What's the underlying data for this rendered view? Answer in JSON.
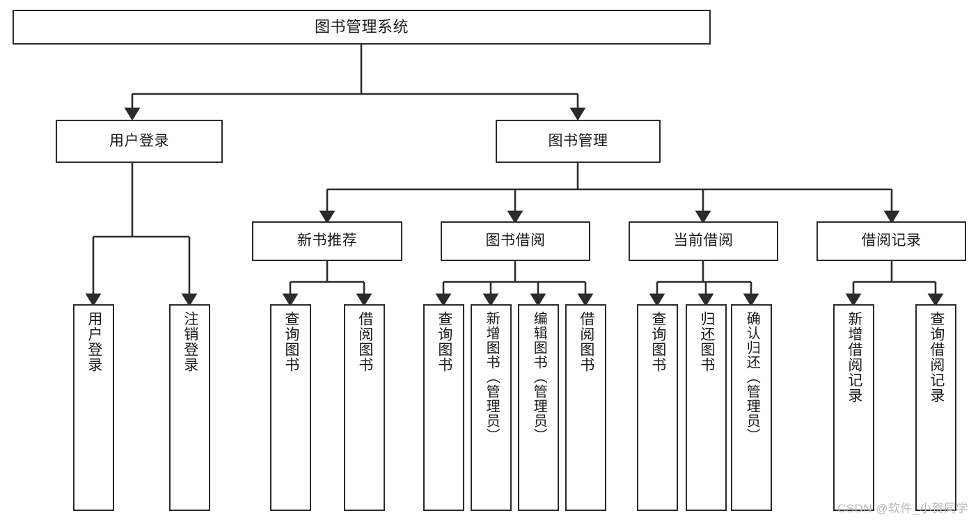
{
  "diagram": {
    "title": "图书管理系统",
    "type": "hierarchy-tree",
    "background_color": "#ffffff",
    "line_color": "#2b2b2b",
    "text_color": "#1a1a1a"
  },
  "nodes": {
    "root": {
      "label": "图书管理系统"
    },
    "level2": [
      {
        "id": "user-login",
        "label": "用户登录"
      },
      {
        "id": "book-manage",
        "label": "图书管理"
      }
    ],
    "level3": [
      {
        "id": "new-book-recommend",
        "label": "新书推荐"
      },
      {
        "id": "book-borrow",
        "label": "图书借阅"
      },
      {
        "id": "current-borrow",
        "label": "当前借阅"
      },
      {
        "id": "borrow-record",
        "label": "借阅记录"
      }
    ],
    "leaves": {
      "user_login": [
        {
          "id": "leaf-user-login",
          "label": "用户登录"
        },
        {
          "id": "leaf-logout-login",
          "label": "注销登录"
        }
      ],
      "new_book_recommend": [
        {
          "id": "leaf-query-book-1",
          "label": "查询图书"
        },
        {
          "id": "leaf-borrow-book-1",
          "label": "借阅图书"
        }
      ],
      "book_borrow": [
        {
          "id": "leaf-query-book-2",
          "label": "查询图书"
        },
        {
          "id": "leaf-add-book",
          "label": "新增图书（管理员）"
        },
        {
          "id": "leaf-edit-book",
          "label": "编辑图书（管理员）"
        },
        {
          "id": "leaf-borrow-book-2",
          "label": "借阅图书"
        }
      ],
      "current_borrow": [
        {
          "id": "leaf-query-book-3",
          "label": "查询图书"
        },
        {
          "id": "leaf-return-book",
          "label": "归还图书"
        },
        {
          "id": "leaf-confirm-return",
          "label": "确认归还（管理员）"
        }
      ],
      "borrow_record": [
        {
          "id": "leaf-add-record",
          "label": "新增借阅记录"
        },
        {
          "id": "leaf-query-record",
          "label": "查询借阅记录"
        }
      ]
    }
  },
  "watermark": {
    "text": "CSDN @软件_小贺同学"
  }
}
